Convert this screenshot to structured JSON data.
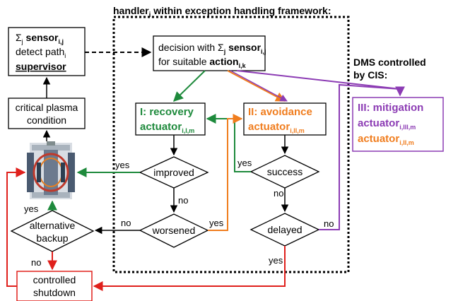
{
  "framework_title": {
    "main": "handler",
    "sub": "i",
    "rest": " within exception handling framework:"
  },
  "sensor_box": {
    "sigma": "Σ",
    "sub_j": "j",
    "sensor": " sensor",
    "sensor_sub": "i,j",
    "detect": "detect path",
    "detect_sub": "i",
    "supervisor": "supervisor"
  },
  "critical_box": {
    "line1": "critical plasma",
    "line2": "condition"
  },
  "decision_box": {
    "line1_a": "decision with ",
    "sigma": "Σ",
    "sub_j": "j",
    "sensor": " sensor",
    "sensor_sub": "i,j",
    "line2_a": "for suitable ",
    "action": "action",
    "action_sub": "i,k"
  },
  "recovery_box": {
    "line1": "I: recovery",
    "line2": "actuator",
    "sub": "i,I,m"
  },
  "avoidance_box": {
    "line1": "II: avoidance",
    "line2": "actuator",
    "sub": "i,II,m"
  },
  "dms_label": {
    "line1": "DMS controlled",
    "line2": "by CIS:"
  },
  "mitigation_box": {
    "line1": "III: mitigation",
    "line2": "actuator",
    "sub2": "i,III,m",
    "line3": "actuator",
    "sub3": "i,II,m"
  },
  "decisions": {
    "improved": "improved",
    "worsened": "worsened",
    "success": "success",
    "delayed": "delayed",
    "alternative_line1": "alternative",
    "alternative_line2": "backup"
  },
  "shutdown_box": {
    "line1": "controlled",
    "line2": "shutdown"
  },
  "edge_labels": {
    "yes_improved": "yes",
    "no_improved": "no",
    "yes_worsened": "yes",
    "no_worsened": "no",
    "yes_success": "yes",
    "no_success": "no",
    "yes_delayed": "yes",
    "no_delayed": "no",
    "yes_alternative": "yes",
    "no_alternative": "no"
  },
  "colors": {
    "green": "#1e8a3c",
    "orange": "#f07d1e",
    "purple": "#8c3cb4",
    "red": "#e0201c",
    "black": "#000000"
  }
}
